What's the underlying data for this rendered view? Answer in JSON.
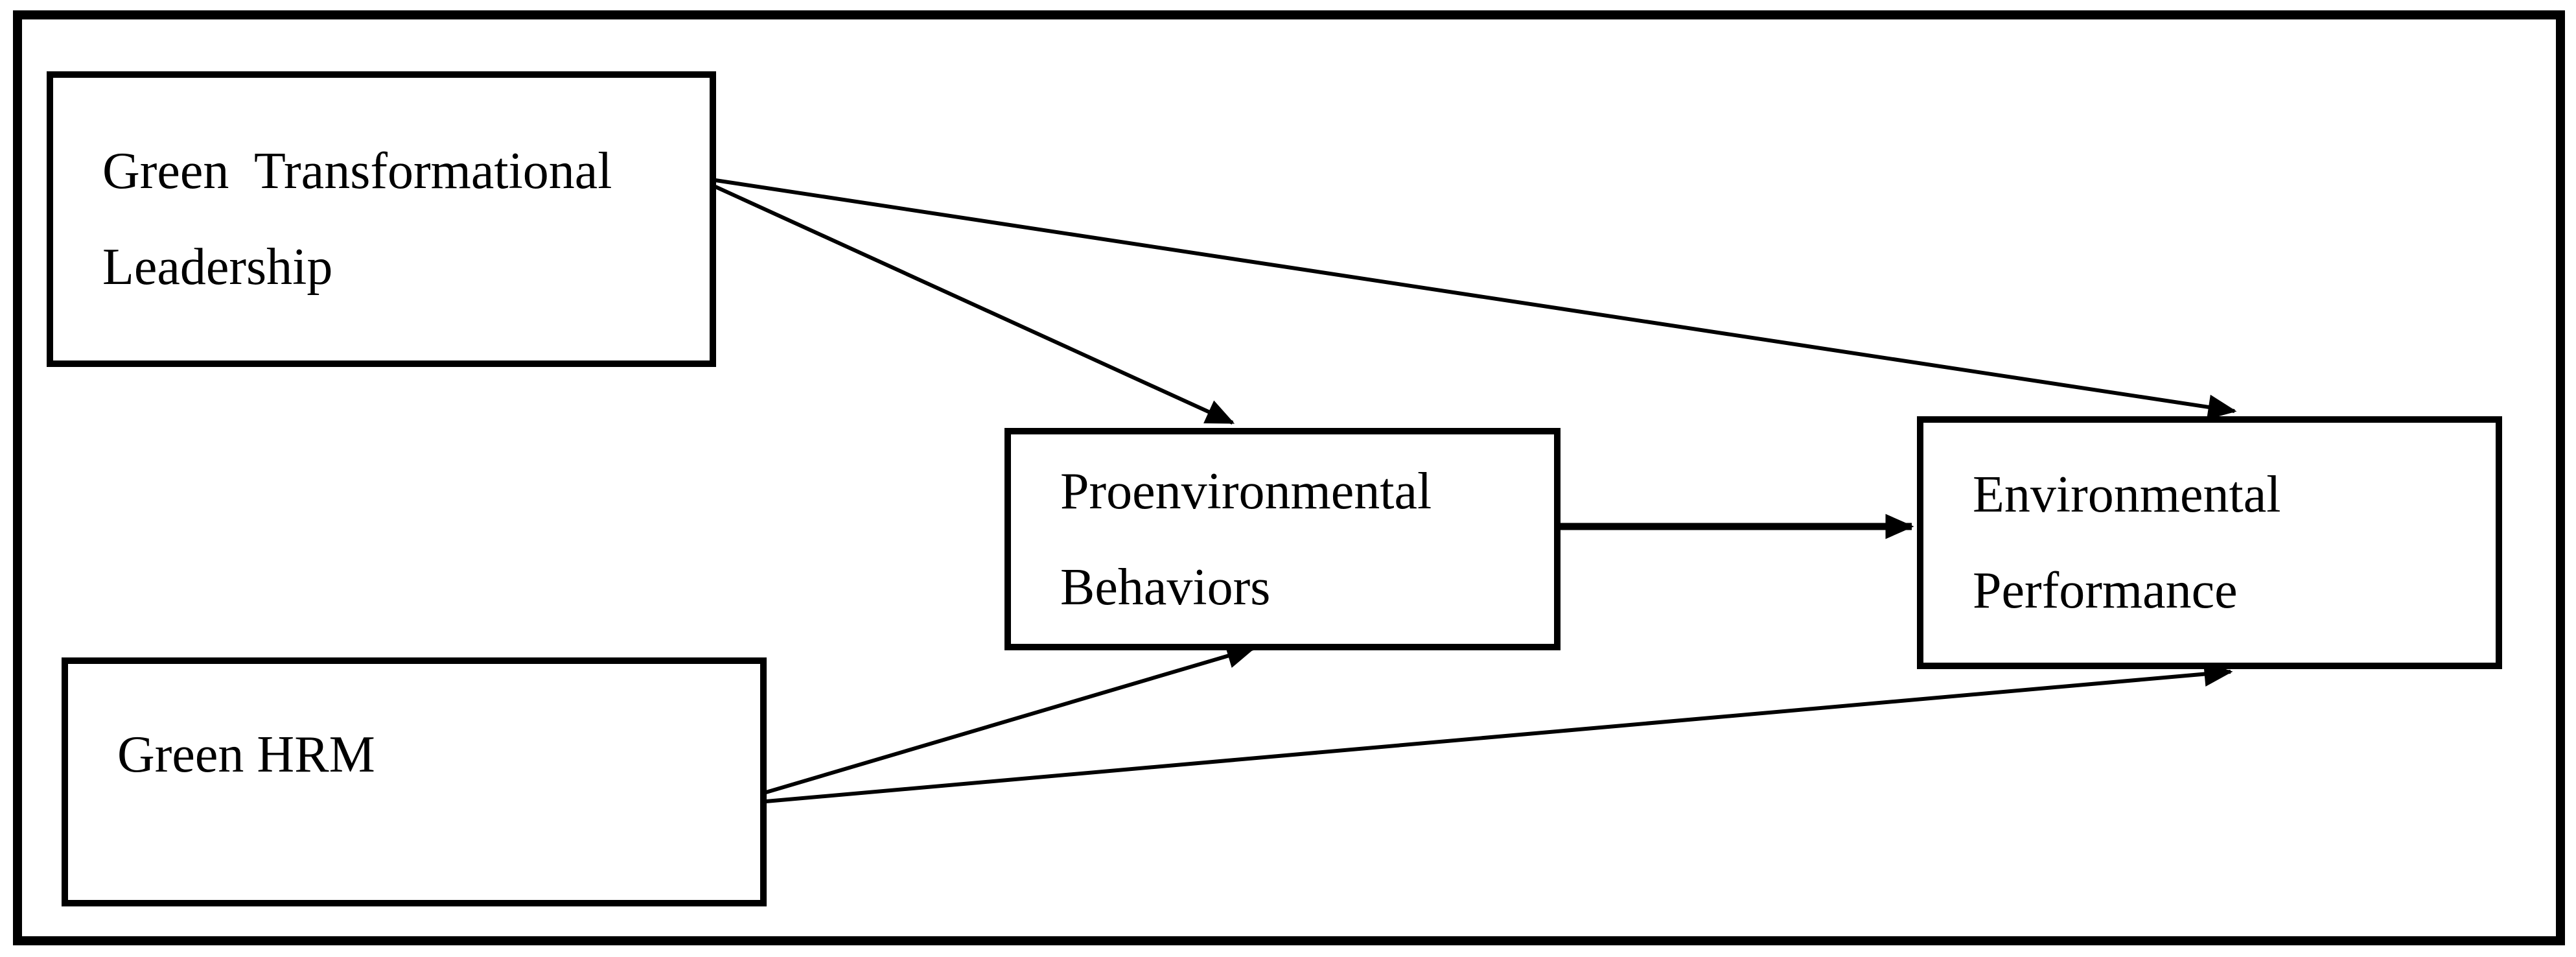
{
  "figure": {
    "type": "conceptual-model-diagram",
    "background_color": "#ffffff",
    "stroke_color": "#000000",
    "text_color": "#000000"
  },
  "nodes": [
    {
      "id": "gtl",
      "label": "Green Transformational Leadership",
      "lines": [
        "Green  Transformational",
        "Leadership"
      ]
    },
    {
      "id": "ghrm",
      "label": "Green HRM",
      "lines": [
        "Green HRM"
      ]
    },
    {
      "id": "pb",
      "label": "Proenvironmental Behaviors",
      "lines": [
        "Proenvironmental",
        "Behaviors"
      ]
    },
    {
      "id": "ep",
      "label": "Environmental Performance",
      "lines": [
        "Environmental",
        "Performance"
      ]
    }
  ],
  "edges": [
    {
      "id": "gtl-pb",
      "from": "Green Transformational Leadership",
      "to": "Proenvironmental Behaviors",
      "style": "arrow"
    },
    {
      "id": "gtl-ep",
      "from": "Green Transformational Leadership",
      "to": "Environmental Performance",
      "style": "arrow"
    },
    {
      "id": "pb-ep",
      "from": "Proenvironmental Behaviors",
      "to": "Environmental Performance",
      "style": "arrow"
    },
    {
      "id": "ghrm-pb",
      "from": "Green HRM",
      "to": "Proenvironmental Behaviors",
      "style": "arrow"
    },
    {
      "id": "ghrm-ep",
      "from": "Green HRM",
      "to": "Environmental Performance",
      "style": "arrow"
    }
  ]
}
